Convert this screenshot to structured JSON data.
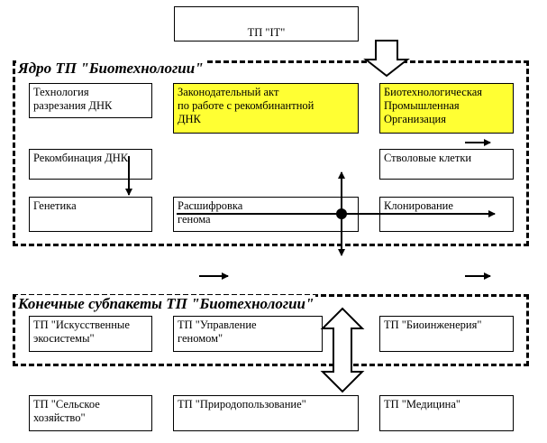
{
  "top": {
    "label": "ТП \"IT\""
  },
  "core": {
    "heading": "Ядро ТП \"Биотехнологии\"",
    "boxes": {
      "dna_cutting": "Технология\nразрезания ДНК",
      "legislative_act": "Законодательный акт\nпо работе с рекомбинантной\nДНК",
      "bio_org": "Биотехнологическая\nПромышленная\nОрганизация",
      "dna_recombination": "Рекомбинация ДНК",
      "stem_cells": "Стволовые клетки",
      "genetics": "Генетика",
      "genome_decoding": "Расшифровка\nгенома",
      "cloning": "Клонирование"
    },
    "highlight_color": "#ffff33"
  },
  "final": {
    "heading": "Конечные субпакеты ТП \"Биотехнологии\"",
    "boxes": {
      "artificial_ecosystems": "ТП \"Искусственные\nэкосистемы\"",
      "genome_management": "ТП \"Управление\nгеномом\"",
      "bioengineering": "ТП \"Биоинженерия\""
    }
  },
  "bottom": {
    "agriculture": "ТП \"Сельское\nхозяйство\"",
    "nature_use": "ТП \"Природопользование\"",
    "medicine": "ТП \"Медицина\""
  }
}
